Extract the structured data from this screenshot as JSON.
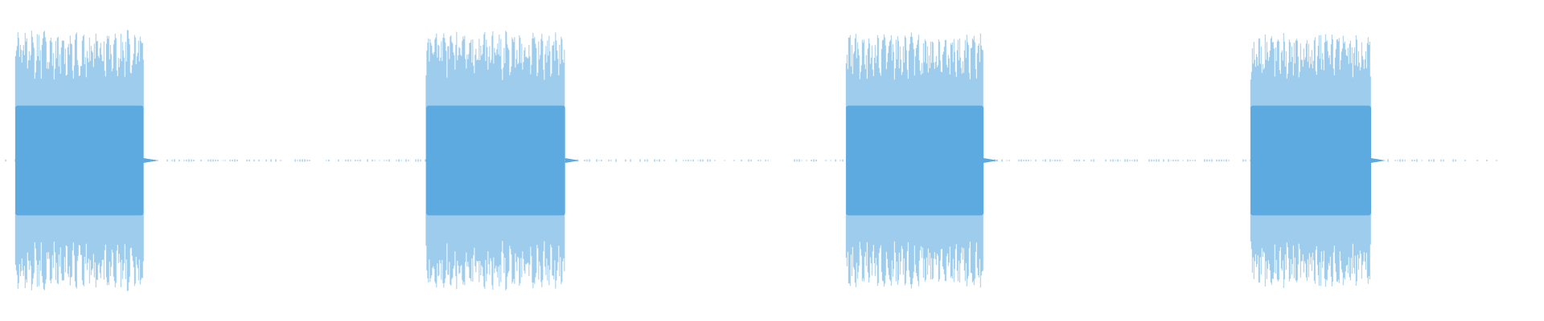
{
  "waveform": {
    "color": "#5DAAE0",
    "background": "#FFFFFF",
    "duration_fraction_visible": 0.97,
    "bursts": [
      {
        "start": 0.01,
        "end": 0.093,
        "amplitude": 0.43,
        "core": 0.18
      },
      {
        "start": 0.276,
        "end": 0.366,
        "amplitude": 0.43,
        "core": 0.18
      },
      {
        "start": 0.548,
        "end": 0.637,
        "amplitude": 0.42,
        "core": 0.18
      },
      {
        "start": 0.81,
        "end": 0.888,
        "amplitude": 0.42,
        "core": 0.18
      }
    ],
    "oscillations_per_burst": 20,
    "noise_floor": 0.004
  }
}
